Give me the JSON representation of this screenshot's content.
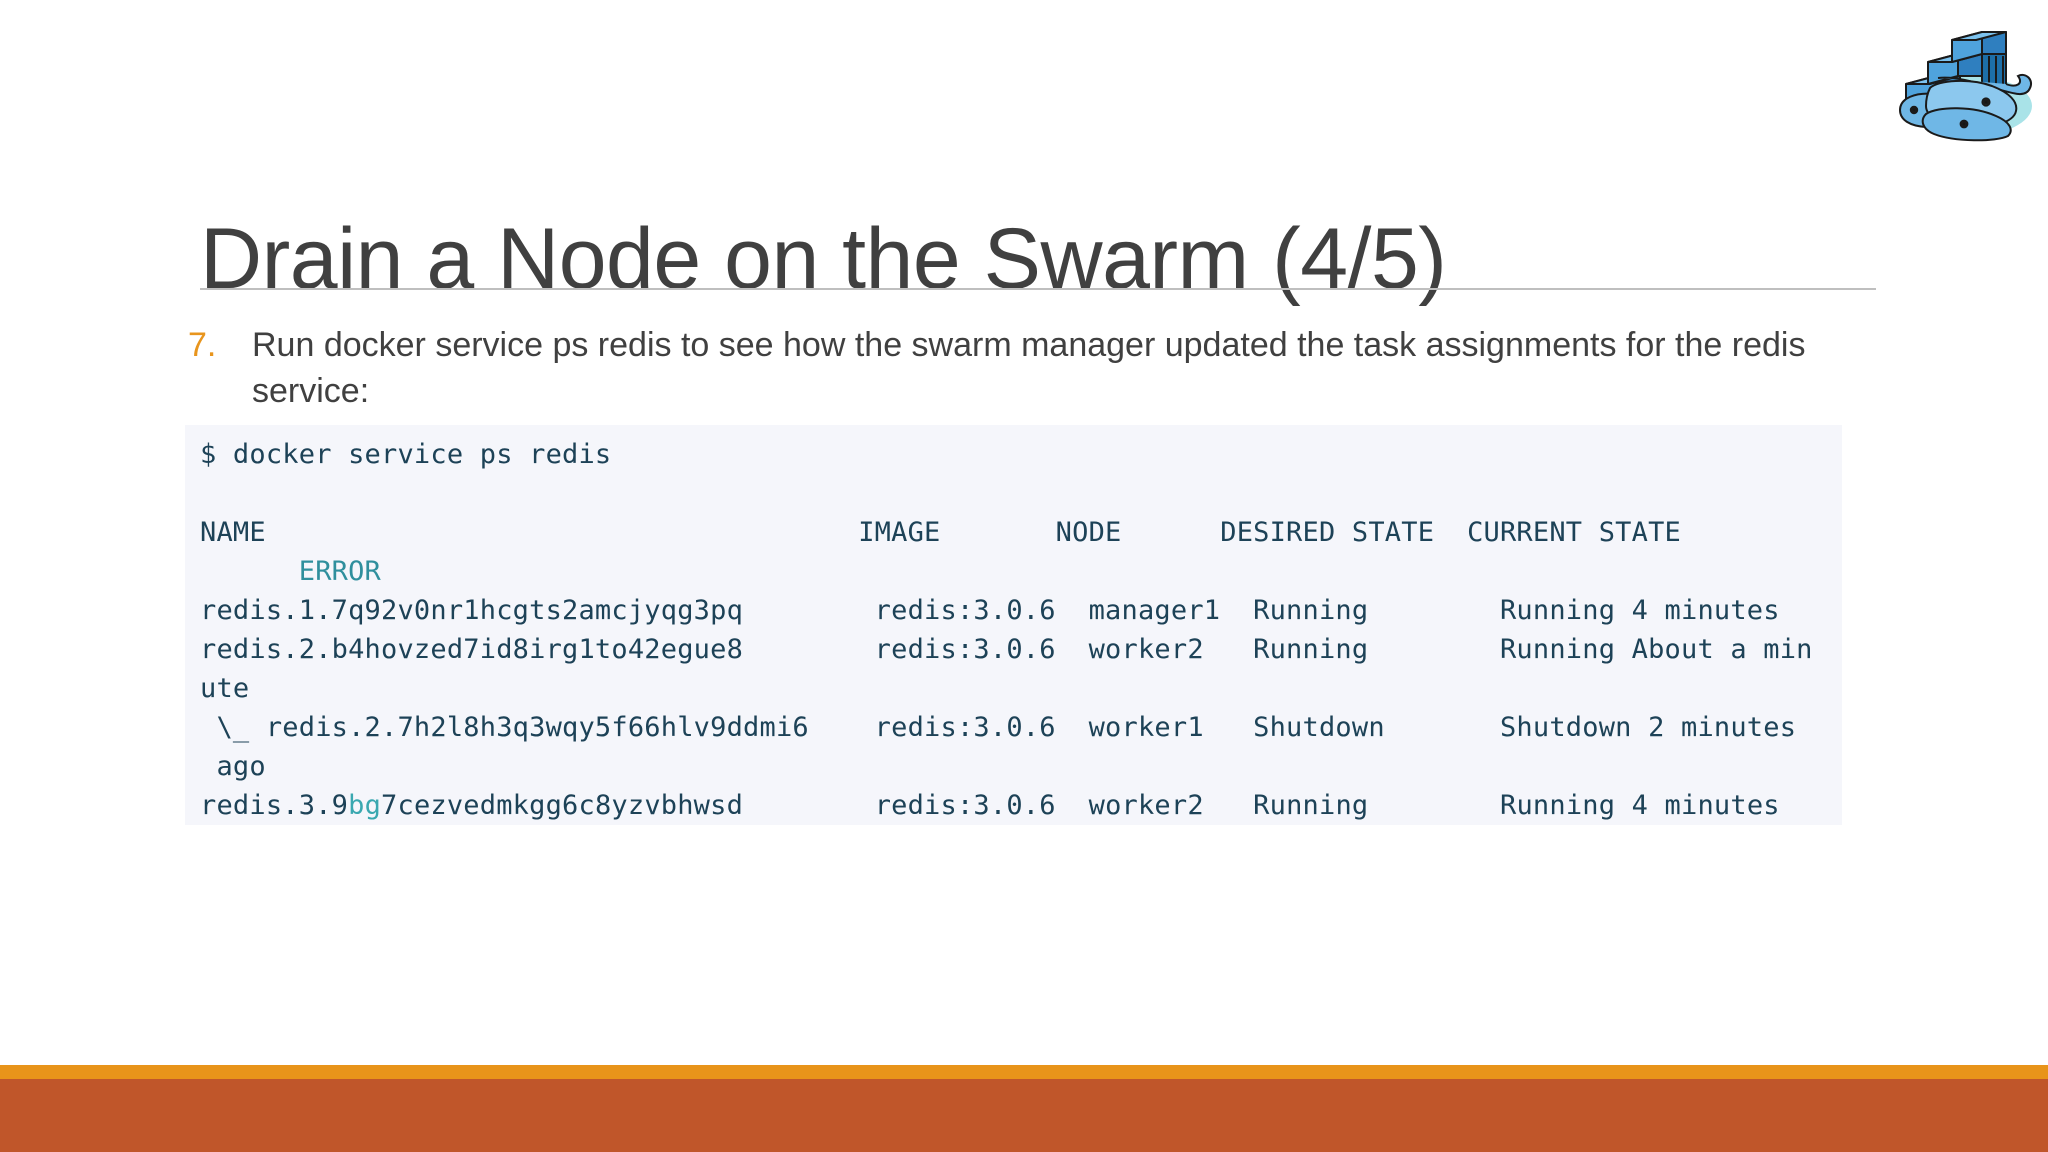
{
  "slide": {
    "title": "Drain a Node on the Swarm (4/5)",
    "logo_name": "docker-whale-logo",
    "accent_orange": "#e8941a",
    "footer_terracotta": "#c0562a",
    "title_color": "#404040",
    "code_bg": "#f5f6fb",
    "code_fg": "#1d4257",
    "code_accent": "#3aa8b0"
  },
  "body": {
    "bullet_number": "7.",
    "bullet_text": "Run docker service ps redis to see how the swarm manager updated the task assignments for the redis service:"
  },
  "code": {
    "lines": [
      {
        "id": "cmd",
        "segments": [
          {
            "text": "$ docker service ps redis",
            "style": "plain"
          }
        ]
      },
      {
        "id": "blank1",
        "segments": [
          {
            "text": " ",
            "style": "plain"
          }
        ]
      },
      {
        "id": "header",
        "segments": [
          {
            "text": "NAME                                    IMAGE       NODE      DESIRED STATE  CURRENT STATE",
            "style": "plain"
          }
        ]
      },
      {
        "id": "header2",
        "segments": [
          {
            "text": "      ERROR",
            "style": "teal"
          }
        ]
      },
      {
        "id": "row1",
        "segments": [
          {
            "text": "redis.1.7q92v0nr1hcgts2amcjyqg3pq        redis:3.0.6  manager1  Running        Running 4 minutes",
            "style": "plain"
          }
        ]
      },
      {
        "id": "row2",
        "segments": [
          {
            "text": "redis.2.b4hovzed7id8irg1to42egue8        redis:3.0.6  worker2   Running        Running About a min",
            "style": "plain"
          }
        ]
      },
      {
        "id": "row2wrap",
        "segments": [
          {
            "text": "ute",
            "style": "plain"
          }
        ]
      },
      {
        "id": "row3",
        "segments": [
          {
            "text": " \\_ redis.2.7h2l8h3q3wqy5f66hlv9ddmi6    redis:3.0.6  worker1   Shutdown       Shutdown 2 minutes",
            "style": "plain"
          }
        ]
      },
      {
        "id": "row3wrap",
        "segments": [
          {
            "text": " ago",
            "style": "plain"
          }
        ]
      },
      {
        "id": "row4",
        "segments": [
          {
            "text": "redis.3.9",
            "style": "plain"
          },
          {
            "text": "bg",
            "style": "accent"
          },
          {
            "text": "7cezvedmkgg6c8yzvbhwsd        redis:3.0.6  worker2   Running        Running 4 minutes",
            "style": "plain"
          }
        ]
      }
    ],
    "columns": [
      "NAME",
      "IMAGE",
      "NODE",
      "DESIRED STATE",
      "CURRENT STATE",
      "ERROR"
    ],
    "rows": [
      {
        "name": "redis.1.7q92v0nr1hcgts2amcjyqg3pq",
        "image": "redis:3.0.6",
        "node": "manager1",
        "desired_state": "Running",
        "current_state": "Running 4 minutes",
        "error": ""
      },
      {
        "name": "redis.2.b4hovzed7id8irg1to42egue8",
        "image": "redis:3.0.6",
        "node": "worker2",
        "desired_state": "Running",
        "current_state": "Running About a minute",
        "error": ""
      },
      {
        "name": "\\_ redis.2.7h2l8h3q3wqy5f66hlv9ddmi6",
        "image": "redis:3.0.6",
        "node": "worker1",
        "desired_state": "Shutdown",
        "current_state": "Shutdown 2 minutes ago",
        "error": ""
      },
      {
        "name": "redis.3.9bg7cezvedmkgg6c8yzvbhwsd",
        "image": "redis:3.0.6",
        "node": "worker2",
        "desired_state": "Running",
        "current_state": "Running 4 minutes",
        "error": ""
      }
    ],
    "command": "$ docker service ps redis"
  }
}
